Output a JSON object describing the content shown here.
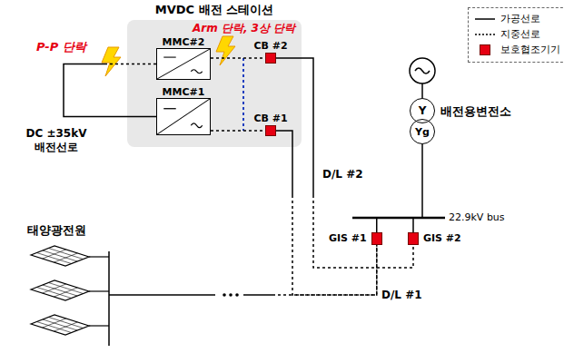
{
  "diagram": {
    "nodes": [
      {
        "text": [
          "MVDC 배전 스테이션"
        ]
      },
      {
        "text": [
          "MMC#2"
        ],
        "in": 0
      },
      {
        "text": [
          "MMC#1"
        ],
        "in": 0
      },
      {
        "text": [
          "CB #2"
        ],
        "in": 0
      },
      {
        "text": [
          "CB #1"
        ],
        "in": 0
      },
      {
        "text": [
          "Y"
        ]
      },
      {
        "text": [
          "Yg"
        ]
      },
      {
        "text": [
          "GIS #1"
        ]
      },
      {
        "text": [
          "GIS #2"
        ]
      },
      {
        "text": [
          "태양광전원"
        ]
      }
    ],
    "edges": [
      {
        "from": 1,
        "to": 2,
        "arrow": "none",
        "label": "DC ±35kV 배전선로"
      },
      {
        "from": 1,
        "to": 3,
        "arrow": "none"
      },
      {
        "from": 2,
        "to": 4,
        "arrow": "none"
      },
      {
        "from": 3,
        "to": 8,
        "arrow": "none",
        "label": "D/L #2"
      },
      {
        "from": 4,
        "to": 7,
        "arrow": "none"
      },
      {
        "from": 9,
        "to": 7,
        "arrow": "none",
        "label": "D/L #1"
      }
    ],
    "labels": [
      "P-P 단락",
      "Arm 단락, 3상 단락",
      "배전용변전소",
      "22.9kV bus"
    ],
    "legend": [
      {
        "text": "가공선로"
      },
      {
        "text": "지중선로"
      },
      {
        "text": "보호협조기기",
        "color": "#e60012"
      }
    ]
  }
}
